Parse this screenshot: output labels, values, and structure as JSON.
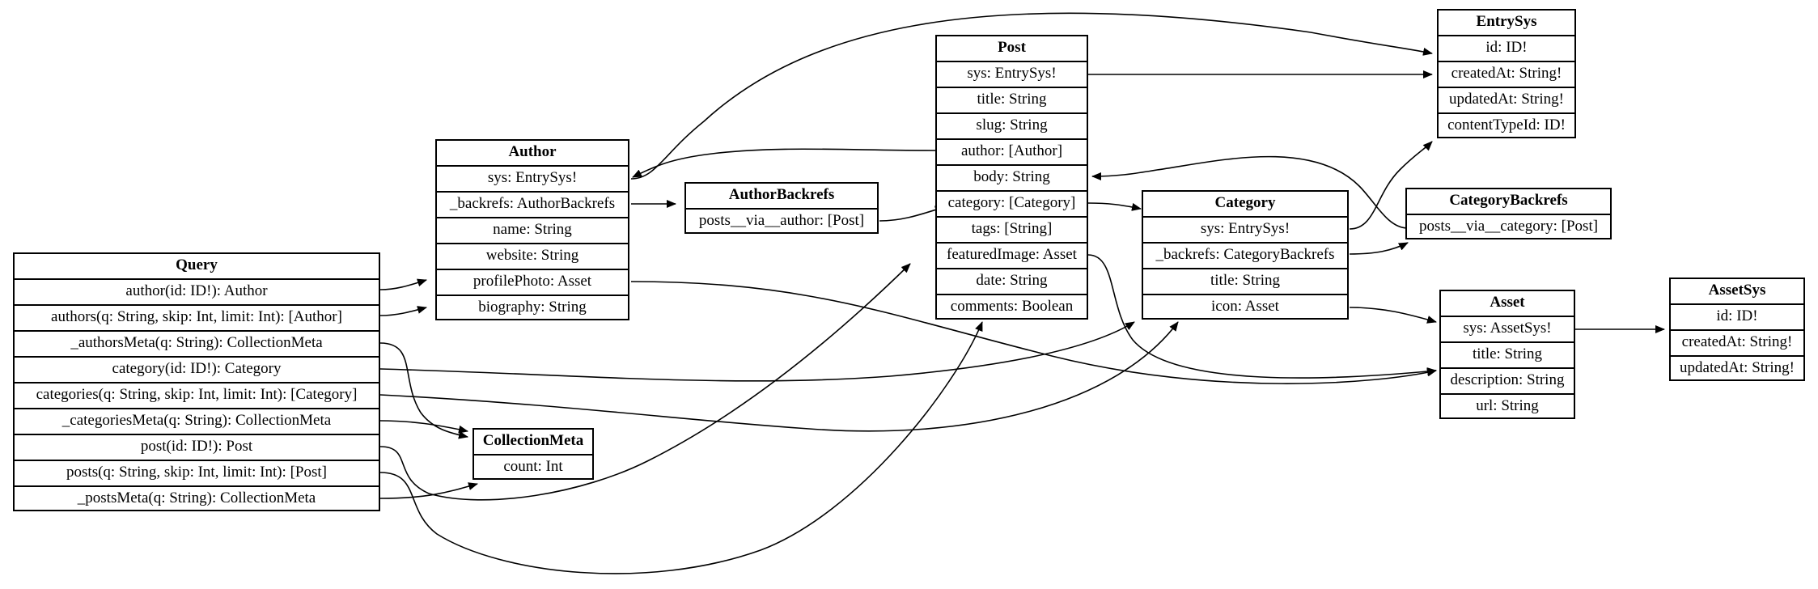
{
  "nodes": [
    {
      "id": "query",
      "title": "Query",
      "fields": [
        "author(id: ID!): Author",
        "authors(q: String, skip: Int, limit: Int): [Author]",
        "_authorsMeta(q: String): CollectionMeta",
        "category(id: ID!): Category",
        "categories(q: String, skip: Int, limit: Int): [Category]",
        "_categoriesMeta(q: String): CollectionMeta",
        "post(id: ID!): Post",
        "posts(q: String, skip: Int, limit: Int): [Post]",
        "_postsMeta(q: String): CollectionMeta"
      ]
    },
    {
      "id": "author",
      "title": "Author",
      "fields": [
        "sys: EntrySys!",
        "_backrefs: AuthorBackrefs",
        "name: String",
        "website: String",
        "profilePhoto: Asset",
        "biography: String"
      ]
    },
    {
      "id": "collectionmeta",
      "title": "CollectionMeta",
      "fields": [
        "count: Int"
      ]
    },
    {
      "id": "authorbackrefs",
      "title": "AuthorBackrefs",
      "fields": [
        "posts__via__author: [Post]"
      ]
    },
    {
      "id": "post",
      "title": "Post",
      "fields": [
        "sys: EntrySys!",
        "title: String",
        "slug: String",
        "author: [Author]",
        "body: String",
        "category: [Category]",
        "tags: [String]",
        "featuredImage: Asset",
        "date: String",
        "comments: Boolean"
      ]
    },
    {
      "id": "category",
      "title": "Category",
      "fields": [
        "sys: EntrySys!",
        "_backrefs: CategoryBackrefs",
        "title: String",
        "icon: Asset"
      ]
    },
    {
      "id": "entrysys",
      "title": "EntrySys",
      "fields": [
        "id: ID!",
        "createdAt: String!",
        "updatedAt: String!",
        "contentTypeId: ID!"
      ]
    },
    {
      "id": "categorybackrefs",
      "title": "CategoryBackrefs",
      "fields": [
        "posts__via__category: [Post]"
      ]
    },
    {
      "id": "asset",
      "title": "Asset",
      "fields": [
        "sys: AssetSys!",
        "title: String",
        "description: String",
        "url: String"
      ]
    },
    {
      "id": "assetsys",
      "title": "AssetSys",
      "fields": [
        "id: ID!",
        "createdAt: String!",
        "updatedAt: String!"
      ]
    }
  ]
}
